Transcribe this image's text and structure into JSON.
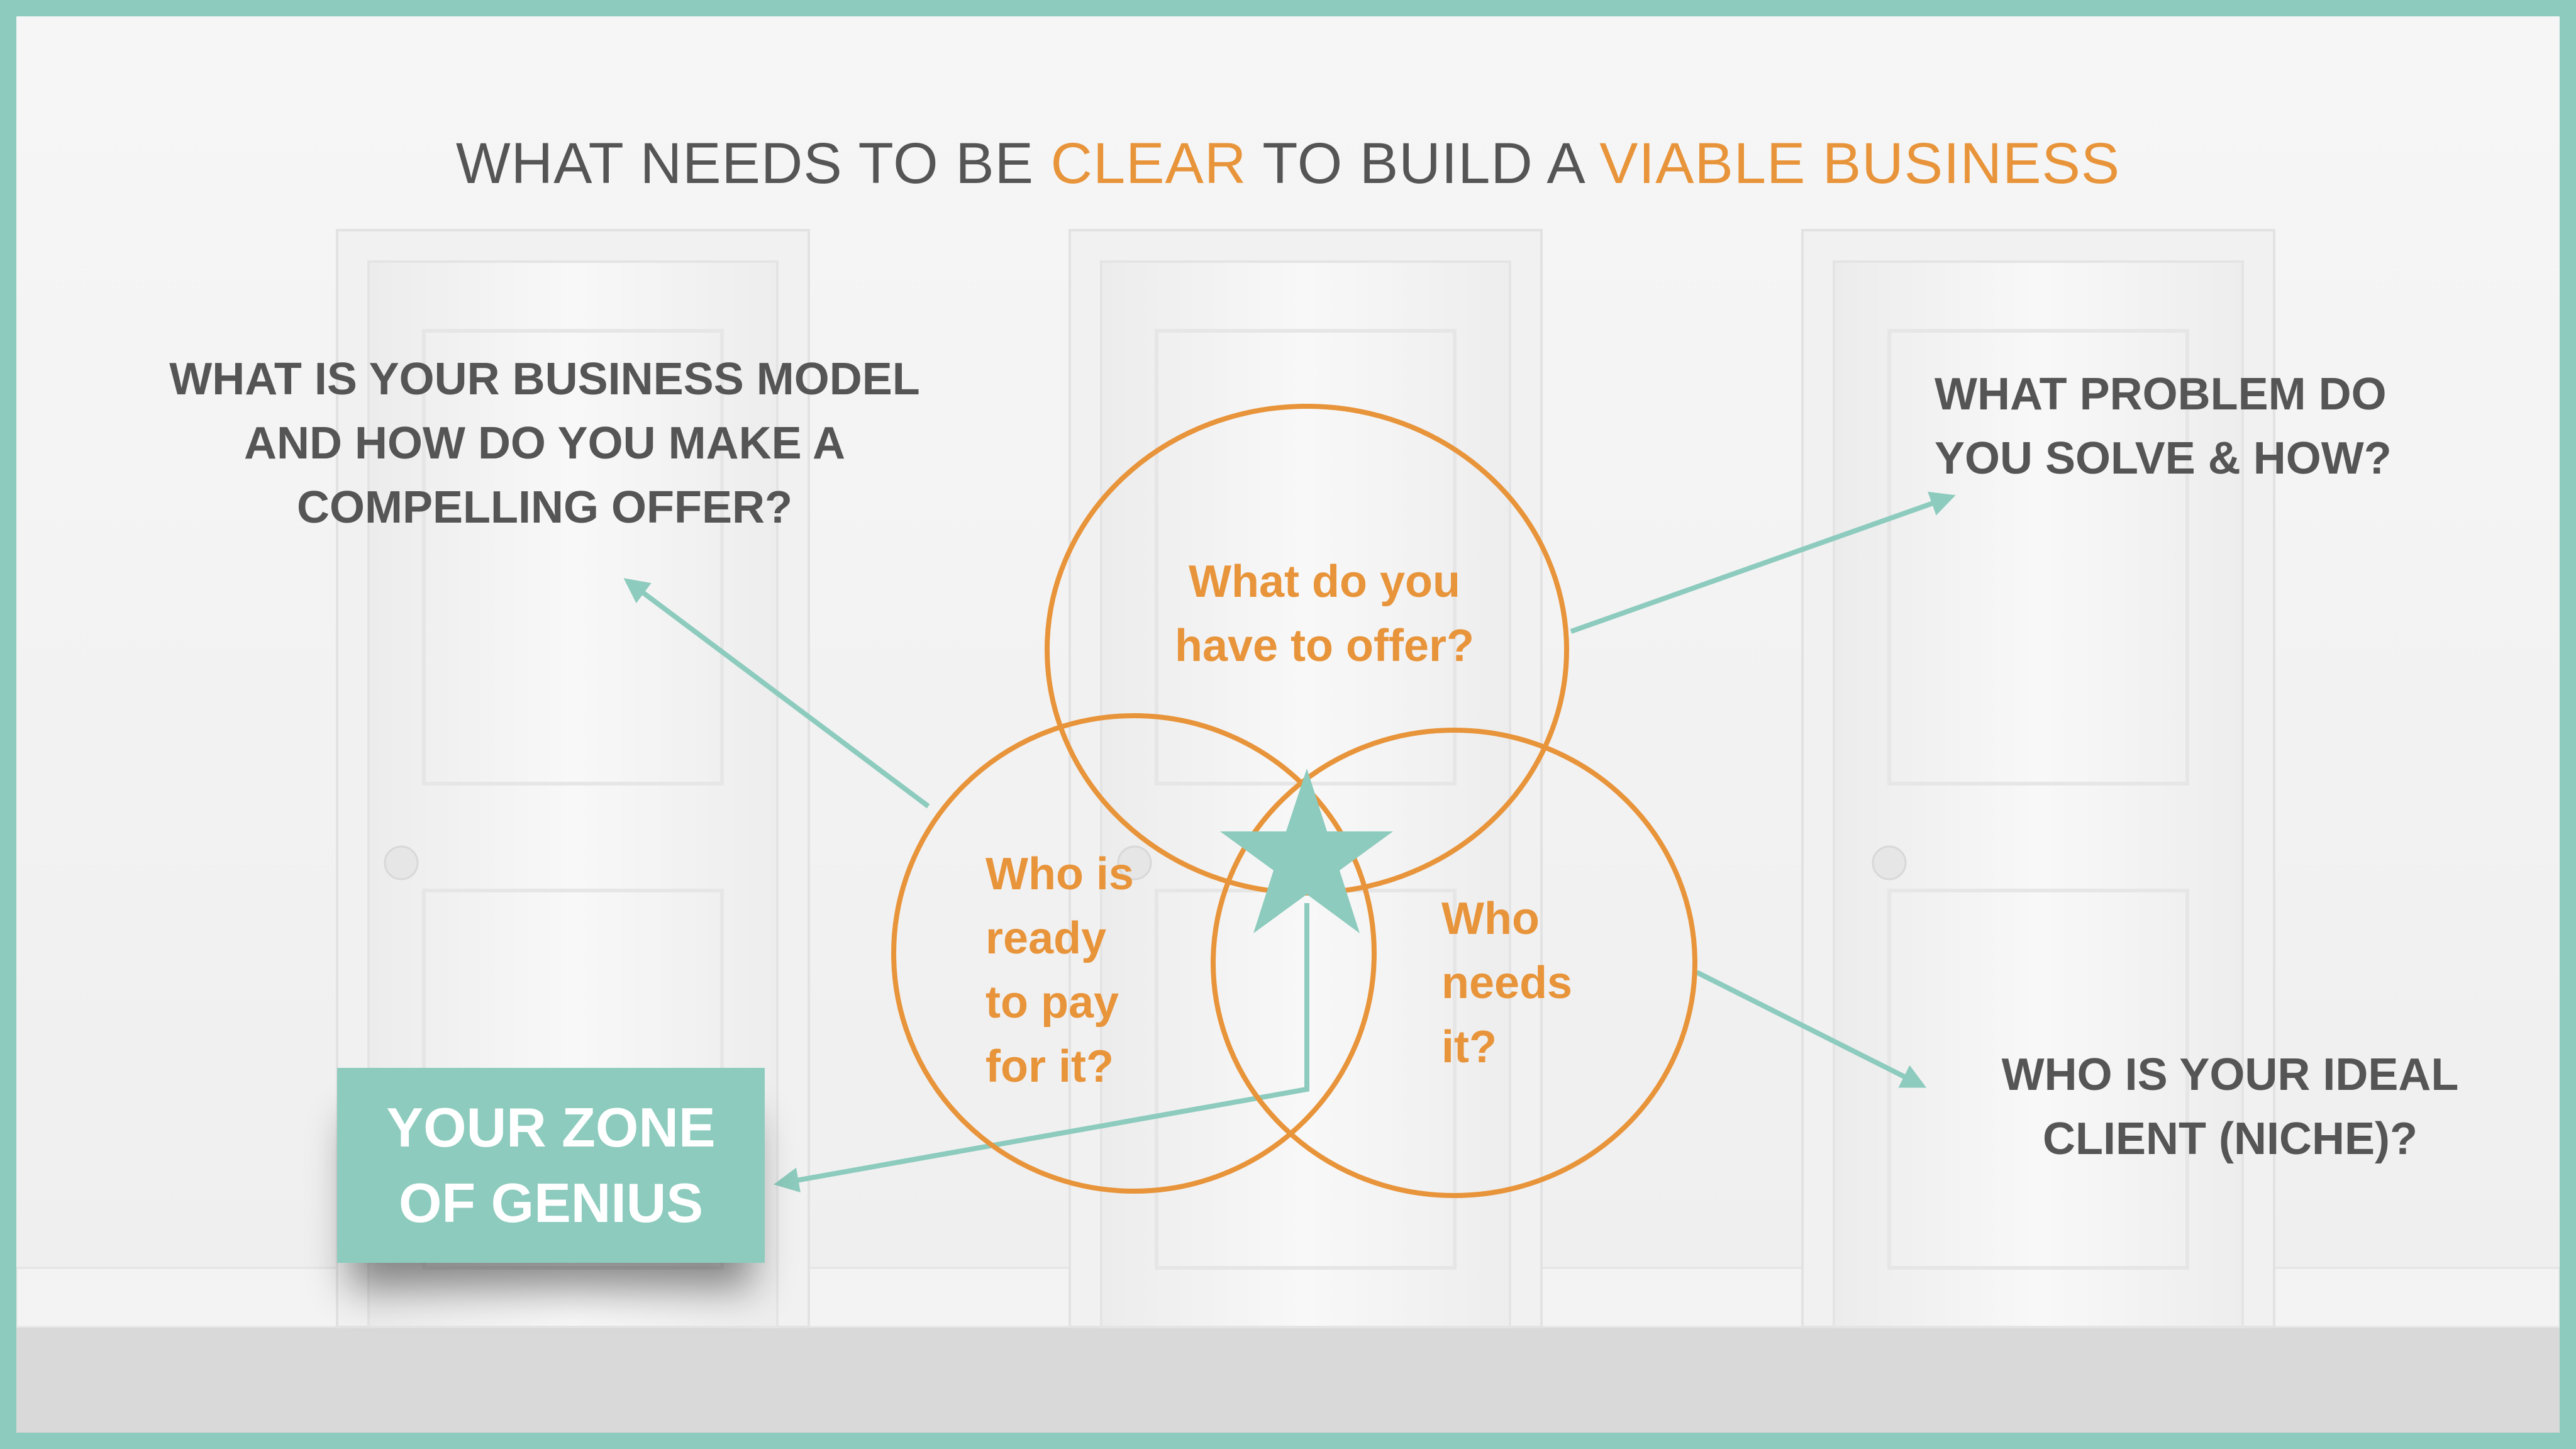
{
  "title": {
    "part1": "WHAT NEEDS TO BE ",
    "accent1": "CLEAR",
    "part2": " TO BUILD A ",
    "accent2": "VIABLE BUSINESS"
  },
  "questions": {
    "left": [
      "WHAT IS YOUR BUSINESS MODEL",
      "AND HOW DO YOU MAKE A",
      "COMPELLING OFFER?"
    ],
    "right_top": [
      "WHAT PROBLEM DO",
      "YOU SOLVE & HOW?"
    ],
    "right_bottom": [
      "WHO IS YOUR IDEAL",
      "CLIENT (NICHE)?"
    ]
  },
  "circles": {
    "top": [
      "What do you",
      "have to offer?"
    ],
    "left": [
      "Who is",
      "ready",
      "to pay",
      "for it?"
    ],
    "right": [
      "Who",
      "needs",
      "it?"
    ]
  },
  "zone": [
    "YOUR ZONE",
    "OF GENIUS"
  ],
  "colors": {
    "accent": "#e8943a",
    "teal": "#8ccbbd",
    "text": "#555555",
    "star": "#8ccbbd"
  },
  "icons": {
    "center": "star-icon"
  }
}
